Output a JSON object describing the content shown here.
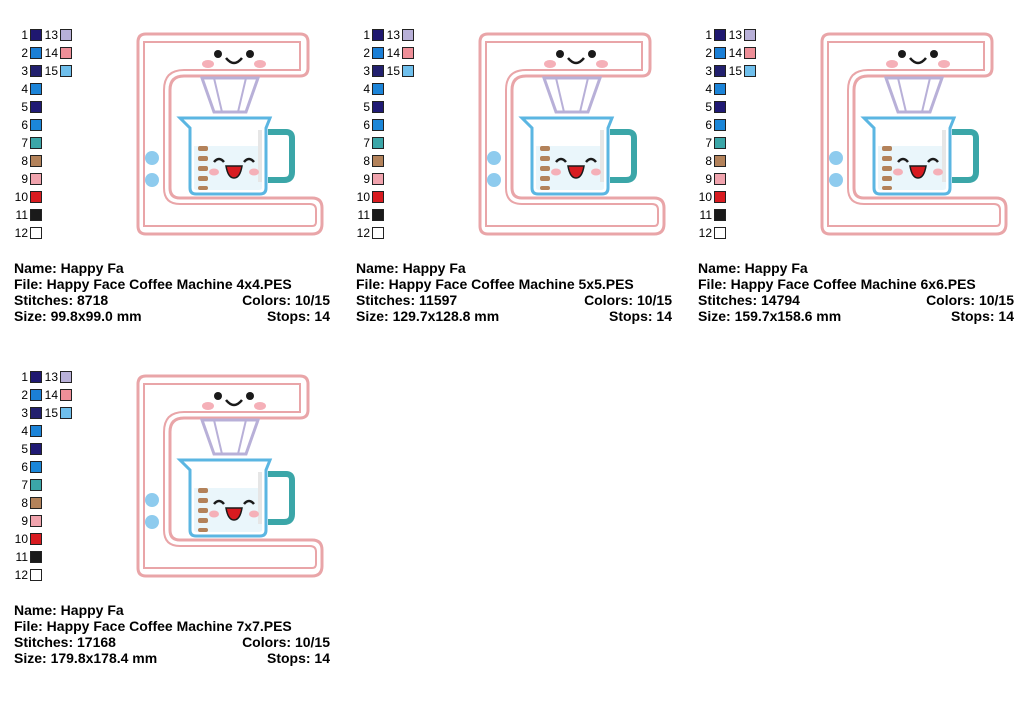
{
  "palette": {
    "numbers": [
      "1",
      "2",
      "3",
      "4",
      "5",
      "6",
      "7",
      "8",
      "9",
      "10",
      "11",
      "12",
      "13",
      "14",
      "15"
    ],
    "colors": [
      "#1f1870",
      "#1b7fd6",
      "#22206e",
      "#1c84d8",
      "#201a74",
      "#1b86d8",
      "#3ba6a8",
      "#b3825a",
      "#f0a3ad",
      "#d81b20",
      "#1a1a1a",
      "#ffffff",
      "#b8b0d8",
      "#ee8f98",
      "#6fbfec"
    ]
  },
  "designs": [
    {
      "name": "Name: Happy Fa",
      "file": "File: Happy Face Coffee Machine 4x4.PES",
      "stitches": "Stitches: 8718",
      "colors": "Colors: 10/15",
      "size": "Size: 99.8x99.0 mm",
      "stops": "Stops: 14"
    },
    {
      "name": "Name: Happy Fa",
      "file": "File: Happy Face Coffee Machine 5x5.PES",
      "stitches": "Stitches: 11597",
      "colors": "Colors: 10/15",
      "size": "Size: 129.7x128.8 mm",
      "stops": "Stops: 14"
    },
    {
      "name": "Name: Happy Fa",
      "file": "File: Happy Face Coffee Machine 6x6.PES",
      "stitches": "Stitches: 14794",
      "colors": "Colors: 10/15",
      "size": "Size: 159.7x158.6 mm",
      "stops": "Stops: 14"
    },
    {
      "name": "Name: Happy Fa",
      "file": "File: Happy Face Coffee Machine 7x7.PES",
      "stitches": "Stitches: 17168",
      "colors": "Colors: 10/15",
      "size": "Size: 179.8x178.4 mm",
      "stops": "Stops: 14"
    }
  ],
  "art_colors": {
    "outline_pink": "#e9a5a8",
    "carafe_blue": "#5bb6e2",
    "handle_teal": "#3ba6a8",
    "filter_purple": "#b8b0d8",
    "measure_brown": "#b3825a",
    "blush_pink": "#f5b0b8",
    "mouth_red": "#d81b20",
    "button_blue": "#8ecbee"
  }
}
